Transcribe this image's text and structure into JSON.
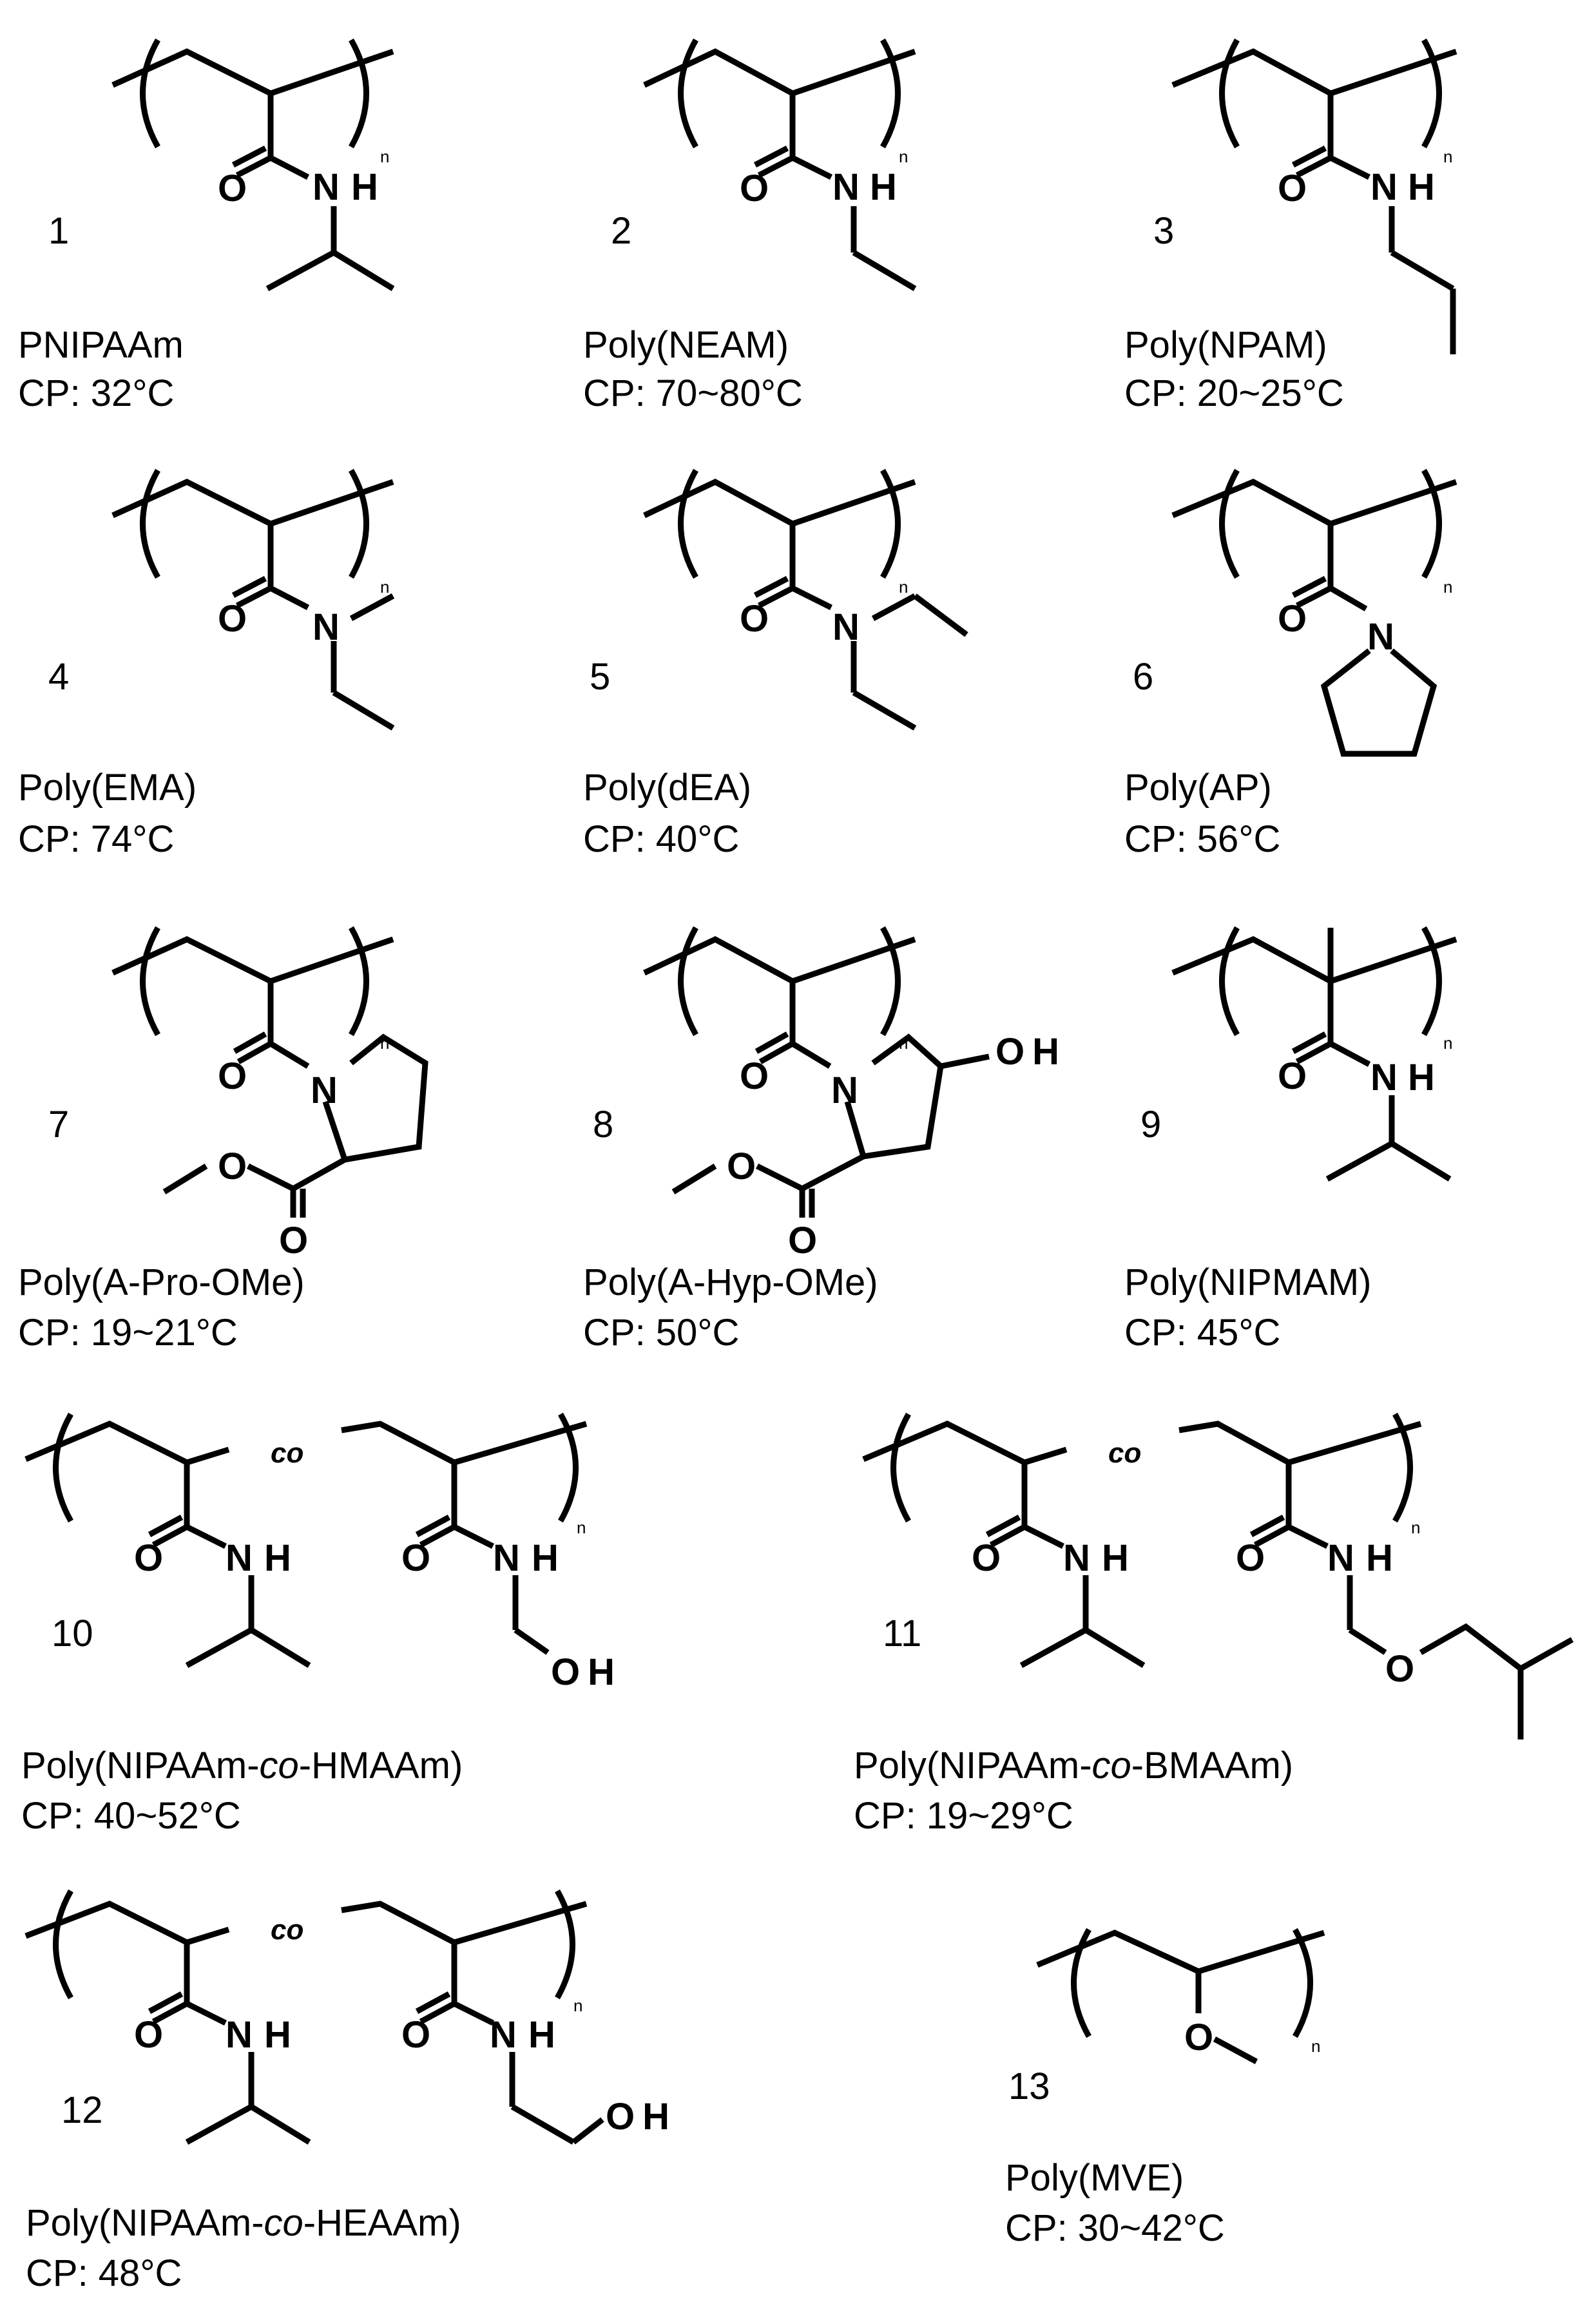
{
  "polymers": [
    {
      "number": "1",
      "name": "PNIPAAm",
      "cp": "CP: 32°C"
    },
    {
      "number": "2",
      "name": "Poly(NEAM)",
      "cp": "CP: 70~80°C"
    },
    {
      "number": "3",
      "name": "Poly(NPAM)",
      "cp": "CP: 20~25°C"
    },
    {
      "number": "4",
      "name": "Poly(EMA)",
      "cp": "CP: 74°C"
    },
    {
      "number": "5",
      "name": "Poly(dEA)",
      "cp": "CP: 40°C"
    },
    {
      "number": "6",
      "name": "Poly(AP)",
      "cp": "CP: 56°C"
    },
    {
      "number": "7",
      "name": "Poly(A-Pro-OMe)",
      "cp": "CP: 19~21°C"
    },
    {
      "number": "8",
      "name": "Poly(A-Hyp-OMe)",
      "cp": "CP: 50°C"
    },
    {
      "number": "9",
      "name": "Poly(NIPMAM)",
      "cp": "CP: 45°C"
    },
    {
      "number": "10",
      "name_parts": [
        "Poly(NIPAAm-",
        "co",
        "-HMAAm)"
      ],
      "cp": "CP: 40~52°C"
    },
    {
      "number": "11",
      "name_parts": [
        "Poly(NIPAAm-",
        "co",
        "-BMAAm)"
      ],
      "cp": "CP: 19~29°C"
    },
    {
      "number": "12",
      "name_parts": [
        "Poly(NIPAAm-",
        "co",
        "-HEAAm)"
      ],
      "cp": "CP: 48°C"
    },
    {
      "number": "13",
      "name": "Poly(MVE)",
      "cp": "CP: 30~42°C"
    }
  ],
  "atoms": {
    "oxygen": "O",
    "nitrogen": "N",
    "hydrogen": "H",
    "hydroxyl": "OH",
    "repeat_subscript": "n",
    "copolymer": "co"
  }
}
